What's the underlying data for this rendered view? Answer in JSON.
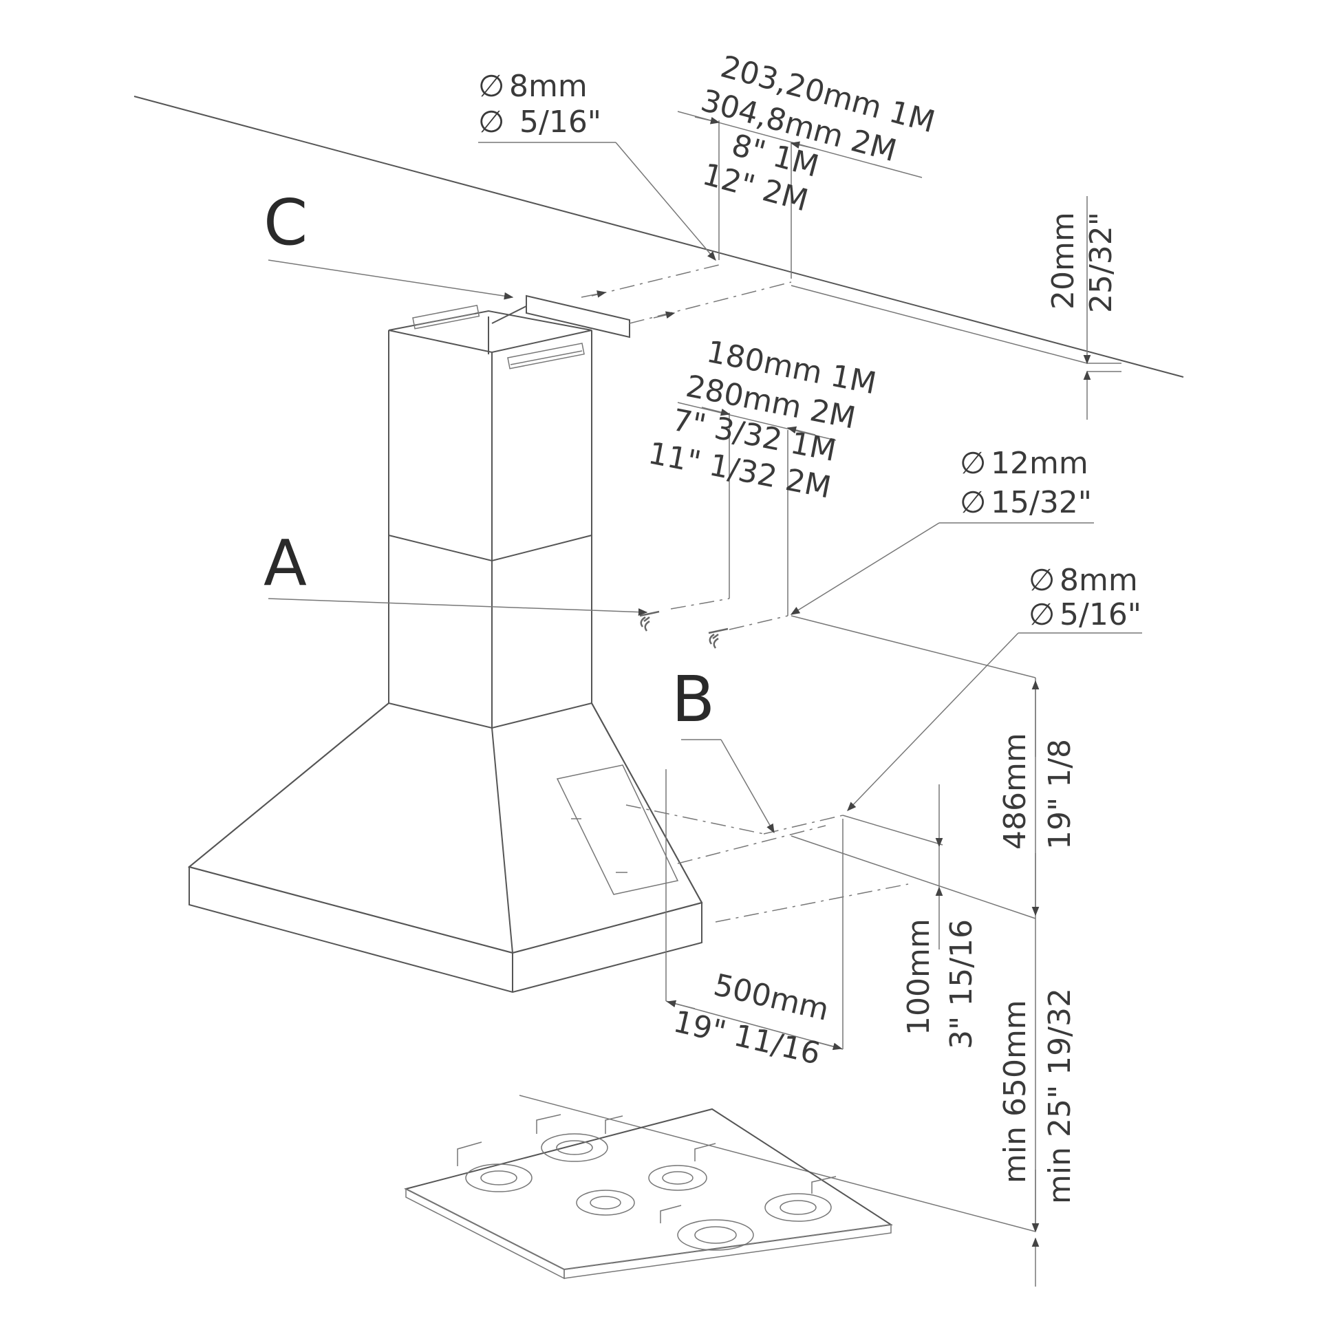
{
  "labels": {
    "C": "C",
    "A": "A",
    "B": "B"
  },
  "top_bracket_hole": {
    "mm": "8mm",
    "inch": "5/16\""
  },
  "top_spacing": {
    "mm_1m": "203,20mm 1M",
    "mm_2m": "304,8mm 2M",
    "in_1m": "8\" 1M",
    "in_2m": "12\" 2M"
  },
  "ceiling_gap": {
    "mm": "20mm",
    "inch": "25/32\""
  },
  "mid_spacing": {
    "mm_1m": "180mm 1M",
    "mm_2m": "280mm 2M",
    "in_1m": "7\" 3/32 1M",
    "in_2m": "11\" 1/32 2M"
  },
  "anchor_hole": {
    "mm": "12mm",
    "inch": "15/32\""
  },
  "bottom_hole": {
    "mm": "8mm",
    "inch": "5/16\""
  },
  "canopy_height": {
    "mm": "486mm",
    "inch": "19\" 1/8"
  },
  "hole_offset": {
    "mm": "100mm",
    "inch": "3\" 15/16"
  },
  "hole_width": {
    "mm": "500mm",
    "inch": "19\" 11/16"
  },
  "min_height": {
    "mm": "min 650mm",
    "inch": "min 25\" 19/32"
  },
  "diameter_symbol": "∅"
}
